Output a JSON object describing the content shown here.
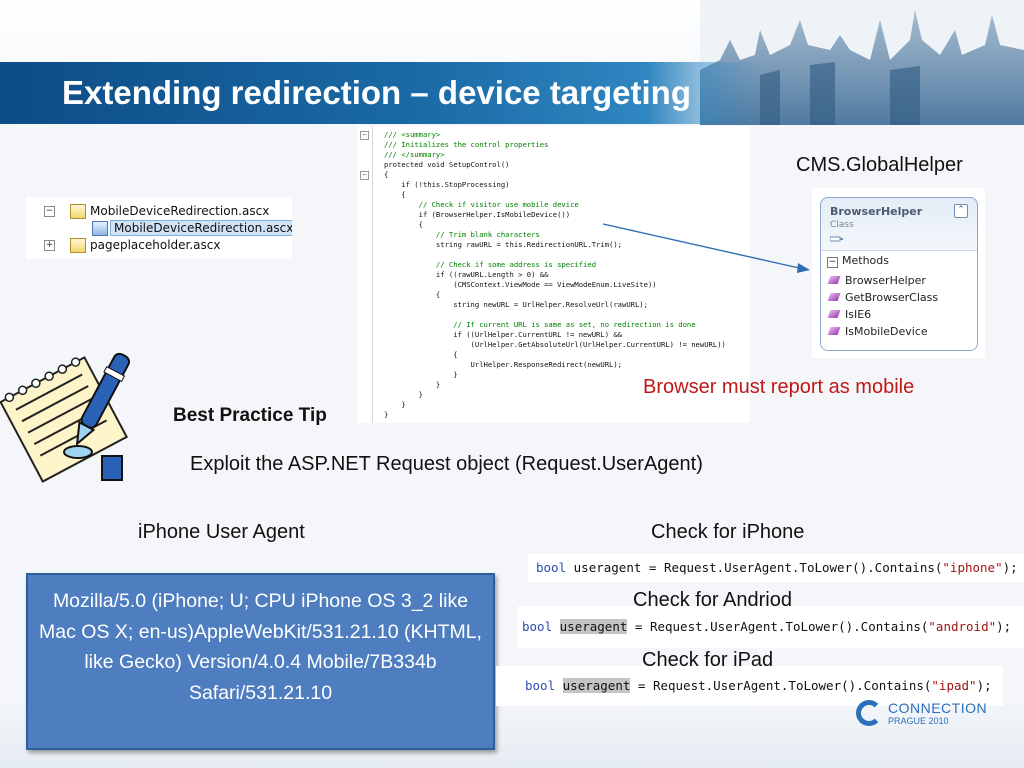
{
  "slide": {
    "title": "Extending redirection – device targeting"
  },
  "solution_explorer": {
    "items": [
      {
        "label": "MobileDeviceRedirection.ascx",
        "expander": "−"
      },
      {
        "label": "MobileDeviceRedirection.ascx.cs",
        "expander": ""
      },
      {
        "label": "pageplaceholder.ascx",
        "expander": "+"
      }
    ]
  },
  "code_snippet": {
    "lines": [
      "/// <summary>",
      "/// Initializes the control properties",
      "/// </summary>",
      "protected void SetupControl()",
      "{",
      "    if (!this.StopProcessing)",
      "    {",
      "        // Check if visitor use mobile device",
      "        if (BrowserHelper.IsMobileDevice())",
      "        {",
      "            // Trim blank characters",
      "            string rawURL = this.RedirectionURL.Trim();",
      "",
      "            // Check if some address is specified",
      "            if ((rawURL.Length > 0) &&",
      "                (CMSContext.ViewMode == ViewModeEnum.LiveSite))",
      "            {",
      "                string newURL = UrlHelper.ResolveUrl(rawURL);",
      "",
      "                // If current URL is same as set, no redirection is done",
      "                if ((UrlHelper.CurrentURL != newURL) &&",
      "                    (UrlHelper.GetAbsoluteUrl(UrlHelper.CurrentURL) != newURL))",
      "                {",
      "                    UrlHelper.ResponseRedirect(newURL);",
      "                }",
      "            }",
      "        }",
      "    }",
      "}"
    ]
  },
  "class_diagram": {
    "caption": "CMS.GlobalHelper",
    "class_name": "BrowserHelper",
    "class_kind": "Class",
    "collapse_glyph": "⌃",
    "methods_header": "Methods",
    "methods_expander": "−",
    "methods": [
      "BrowserHelper",
      "GetBrowserClass",
      "IsIE6",
      "IsMobileDevice"
    ]
  },
  "mobile_note": "Browser must report as mobile",
  "tip": {
    "label": "Best Practice Tip",
    "text": "Exploit the ASP.NET Request object (Request.UserAgent)"
  },
  "user_agent": {
    "heading": "iPhone User Agent",
    "value": "Mozilla/5.0 (iPhone; U; CPU iPhone OS 3_2 like Mac OS X; en-us)AppleWebKit/531.21.10 (KHTML, like Gecko) Version/4.0.4 Mobile/7B334b Safari/531.21.10"
  },
  "checks": {
    "iphone": {
      "heading": "Check for iPhone",
      "type_kw": "bool",
      "var": "useragent",
      "expr": " = Request.UserAgent.ToLower().Contains(",
      "arg": "\"iphone\"",
      "tail": ");"
    },
    "android": {
      "heading": "Check for Andriod",
      "type_kw": "bool",
      "var": "useragent",
      "expr": " = Request.UserAgent.ToLower().Contains(",
      "arg": "\"android\"",
      "tail": ");"
    },
    "ipad": {
      "heading": "Check for iPad",
      "type_kw": "bool",
      "var": "useragent",
      "expr": " = Request.UserAgent.ToLower().Contains(",
      "arg": "\"ipad\"",
      "tail": ");"
    }
  },
  "logo": {
    "name": "CONNECTION",
    "sub": "PRAGUE 2010"
  },
  "colors": {
    "title_band": "#1a6aa6",
    "note_red": "#c01818",
    "ua_box": "#4f7ec0",
    "keyword_blue": "#2b4db0",
    "string_red": "#a31515",
    "comment_green": "#008000"
  }
}
